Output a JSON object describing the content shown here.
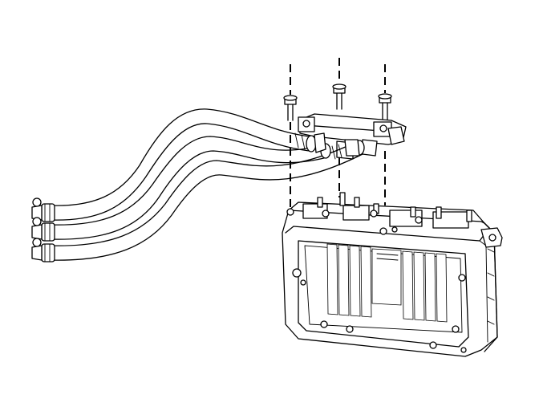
{
  "diagram": {
    "kind": "technical line drawing",
    "colors": {
      "line": "#000000",
      "background": "#ffffff"
    },
    "parts": [
      "bolt",
      "bolt",
      "bolt",
      "coolant-hose-assembly",
      "hose-manifold-bracket",
      "electronic-module-housing"
    ]
  }
}
